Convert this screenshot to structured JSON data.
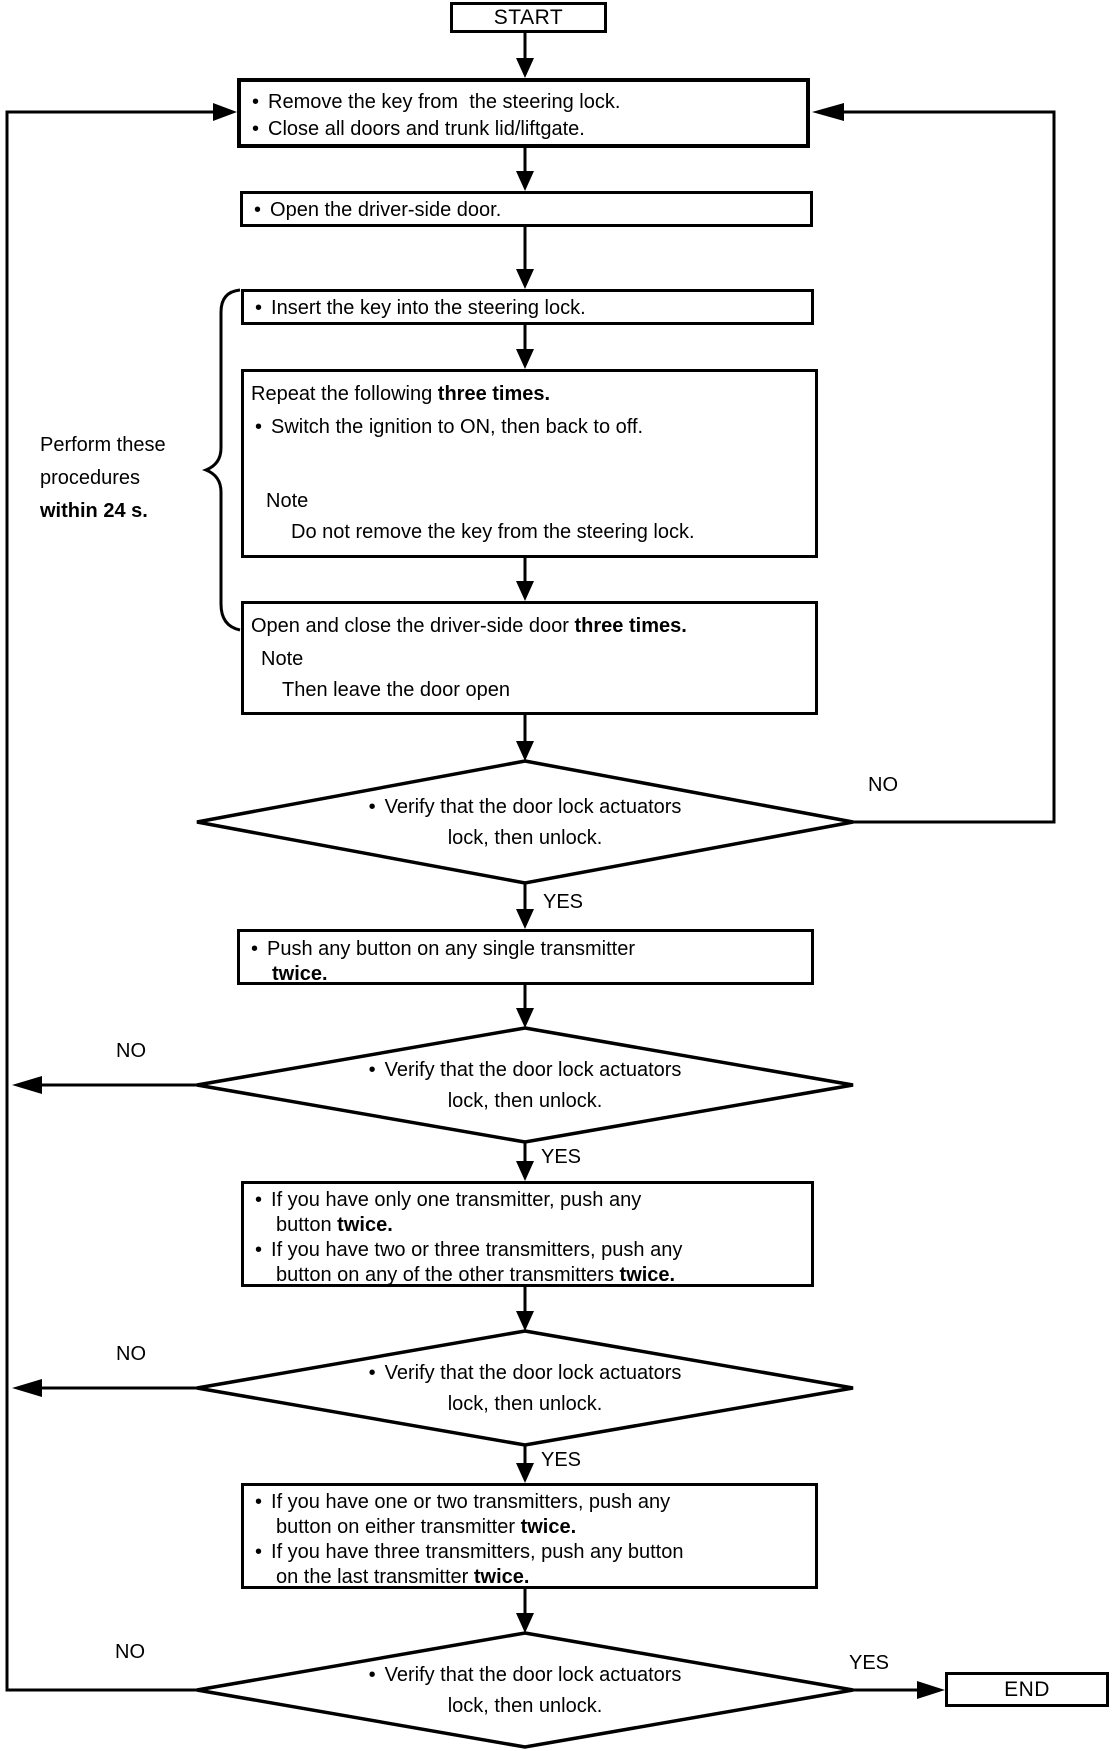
{
  "glyphs": {
    "bullet": "•"
  },
  "terminals": {
    "start": "START",
    "end": "END"
  },
  "branch_labels": {
    "yes": "YES",
    "no": "NO"
  },
  "side_note": {
    "line1": "Perform these",
    "line2": "procedures",
    "line3_bold": "within 24 s."
  },
  "boxes": {
    "reset": {
      "line1": "Remove the key from  the steering lock.",
      "line2": "Close all doors and trunk lid/liftgate."
    },
    "open_door": {
      "line1": "Open the driver-side door."
    },
    "insert_key": {
      "line1": "Insert the key into the steering lock."
    },
    "ignition": {
      "line1": "Repeat the following ",
      "line1_bold": "three times.",
      "line2": "Switch the ignition to ON, then back to off.",
      "note_label": "Note",
      "note_text": "Do not remove the key from the steering lock."
    },
    "door_cycle": {
      "line1": "Open and close the driver-side door ",
      "line1_bold": "three times.",
      "note_label": "Note",
      "note_text": "Then leave the door open"
    },
    "push_button": {
      "line1": "Push any button on any single transmitter",
      "line2_bold": "twice."
    },
    "program_next": {
      "b1_line1": "If you have only one transmitter, push any",
      "b1_line2": "button ",
      "b1_line2_bold": "twice.",
      "b2_line1": "If you have two or three transmitters, push any",
      "b2_line2": "button on any of the other transmitters ",
      "b2_line2_bold": "twice."
    },
    "program_last": {
      "b1_line1": "If you have one or two transmitters, push any",
      "b1_line2": "button on either transmitter ",
      "b1_line2_bold": "twice.",
      "b2_line1": "If you have three transmitters, push any button",
      "b2_line2": "on the last transmitter ",
      "b2_line2_bold": "twice."
    }
  },
  "decisions": {
    "verify1": {
      "line1": "Verify that the door lock actuators",
      "line2": "lock, then unlock."
    },
    "verify2": {
      "line1": "Verify that the door lock actuators",
      "line2": "lock, then unlock."
    },
    "verify3": {
      "line1": "Verify that the door lock actuators",
      "line2": "lock, then unlock."
    },
    "verify4": {
      "line1": "Verify that the door lock actuators",
      "line2": "lock, then unlock."
    }
  }
}
